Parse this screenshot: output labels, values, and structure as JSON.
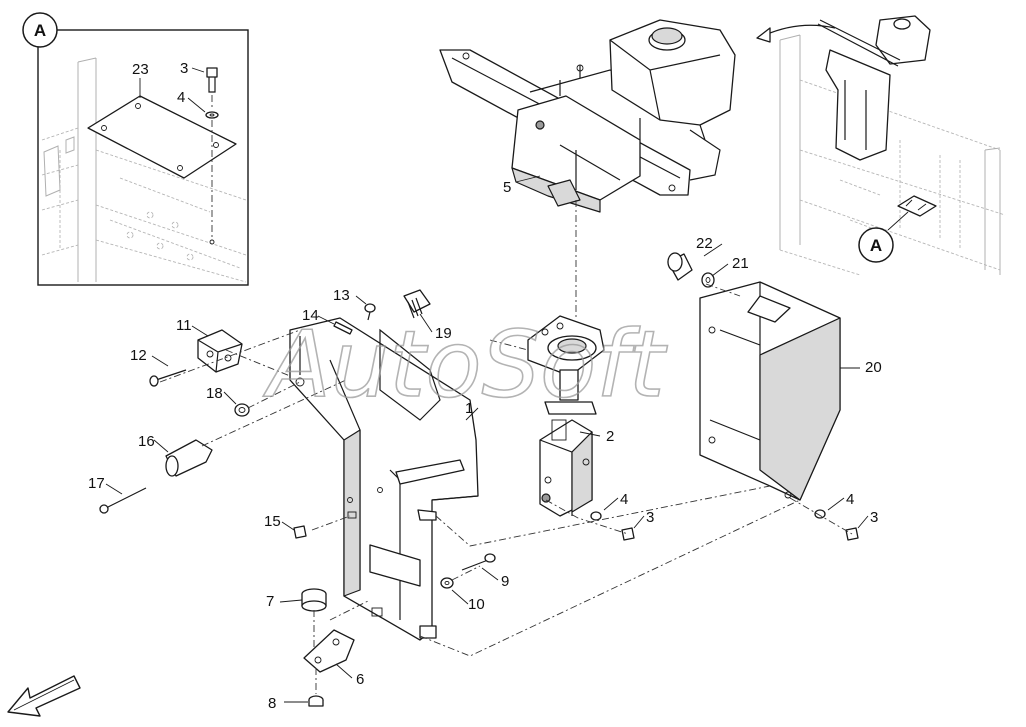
{
  "watermark": "AutoSoft",
  "detail_callout": "A",
  "view_callout": "A",
  "labels": {
    "p1": "1",
    "p2": "2",
    "p3a": "3",
    "p3b": "3",
    "p3c": "3",
    "p4a": "4",
    "p4b": "4",
    "p4c": "4",
    "p5": "5",
    "p6": "6",
    "p7": "7",
    "p8": "8",
    "p9": "9",
    "p10": "10",
    "p11": "11",
    "p12": "12",
    "p13": "13",
    "p14": "14",
    "p15": "15",
    "p16": "16",
    "p17": "17",
    "p18": "18",
    "p19": "19",
    "p20": "20",
    "p21": "21",
    "p22": "22",
    "p23": "23"
  }
}
